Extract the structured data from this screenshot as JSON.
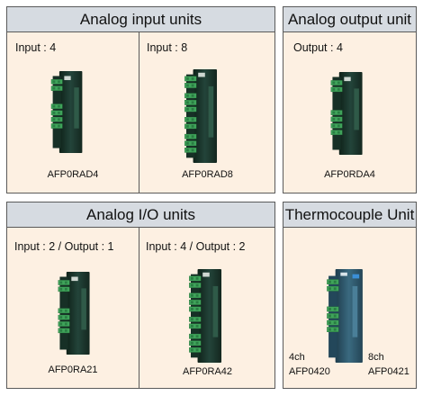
{
  "sections": {
    "input": {
      "title": "Analog input units",
      "items": [
        {
          "spec": "Input : 4",
          "model": "AFP0RAD4"
        },
        {
          "spec": "Input : 8",
          "model": "AFP0RAD8"
        }
      ]
    },
    "output": {
      "title": "Analog output unit",
      "items": [
        {
          "spec": "Output : 4",
          "model": "AFP0RDA4"
        }
      ]
    },
    "io": {
      "title": "Analog I/O units",
      "items": [
        {
          "spec": "Input : 2 / Output : 1",
          "model": "AFP0RA21"
        },
        {
          "spec": "Input : 4 / Output : 2",
          "model": "AFP0RA42"
        }
      ]
    },
    "thermo": {
      "title": "Thermocouple Unit",
      "items": [
        {
          "spec": "4ch",
          "model": "AFP0420"
        },
        {
          "spec": "8ch",
          "model": "AFP0421"
        }
      ]
    }
  },
  "colors": {
    "panel_bg": "#fdf0e2",
    "header_bg": "#d6dbe1",
    "border": "#5a5a5a",
    "module_body": "#1e3a2c",
    "terminal_green": "#3fa35a",
    "thermo_body": "#2f5a70"
  }
}
